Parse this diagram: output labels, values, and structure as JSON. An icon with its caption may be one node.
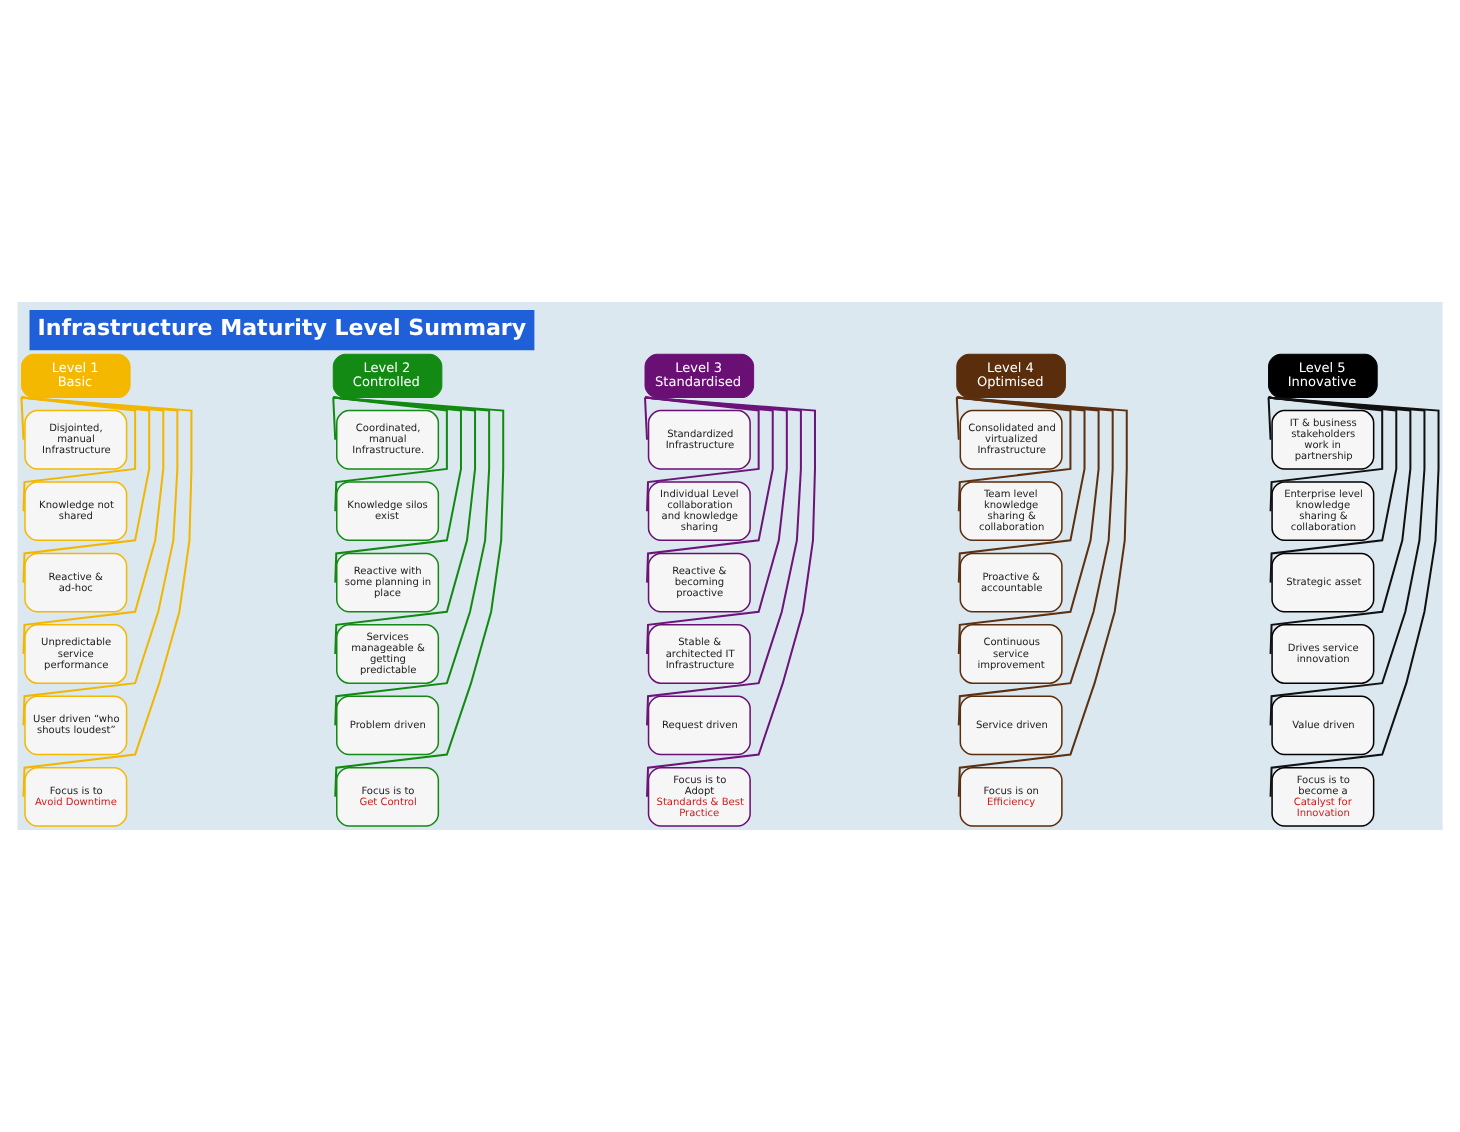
{
  "diagram": {
    "title": "Infrastructure Maturity Level Summary",
    "nodes": [
      {
        "text": [
          "Level 1 Basic"
        ]
      },
      {
        "text": [
          "Disjointed, manual Infrastructure"
        ]
      },
      {
        "text": [
          "Knowledge not shared"
        ]
      },
      {
        "text": [
          "Reactive & ad-hoc"
        ]
      },
      {
        "text": [
          "Unpredictable service performance"
        ]
      },
      {
        "text": [
          "User driven “who shouts loudest”"
        ]
      },
      {
        "text": [
          "Focus is to",
          "Avoid Downtime"
        ]
      },
      {
        "text": [
          "Level 2 Controlled"
        ]
      },
      {
        "text": [
          "Coordinated, manual Infrastructure."
        ]
      },
      {
        "text": [
          "Knowledge silos exist"
        ]
      },
      {
        "text": [
          "Reactive with some planning in place"
        ]
      },
      {
        "text": [
          "Services manageable & getting predictable"
        ]
      },
      {
        "text": [
          "Problem driven"
        ]
      },
      {
        "text": [
          "Focus is to",
          "Get Control"
        ]
      },
      {
        "text": [
          "Level 3 Standardised"
        ]
      },
      {
        "text": [
          "Standardized Infrastructure"
        ]
      },
      {
        "text": [
          "Individual Level collaboration and knowledge sharing"
        ]
      },
      {
        "text": [
          "Reactive & becoming proactive"
        ]
      },
      {
        "text": [
          "Stable & architected IT Infrastructure"
        ]
      },
      {
        "text": [
          "Request driven"
        ]
      },
      {
        "text": [
          "Focus is to Adopt",
          "Standards & Best Practice"
        ]
      },
      {
        "text": [
          "Level 4 Optimised"
        ]
      },
      {
        "text": [
          "Consolidated and virtualized Infrastructure"
        ]
      },
      {
        "text": [
          "Team level knowledge sharing & collaboration"
        ]
      },
      {
        "text": [
          "Proactive & accountable"
        ]
      },
      {
        "text": [
          "Continuous service improvement"
        ]
      },
      {
        "text": [
          "Service driven"
        ]
      },
      {
        "text": [
          "Focus is on",
          "Efficiency"
        ]
      },
      {
        "text": [
          "Level 5 Innovative"
        ]
      },
      {
        "text": [
          "IT & business stakeholders work in partnership"
        ]
      },
      {
        "text": [
          "Enterprise level knowledge sharing & collaboration"
        ]
      },
      {
        "text": [
          "Strategic asset"
        ]
      },
      {
        "text": [
          "Drives service innovation"
        ]
      },
      {
        "text": [
          "Value driven"
        ]
      },
      {
        "text": [
          "Focus is to become a",
          "Catalyst for Innovation"
        ]
      }
    ],
    "edges": [
      {
        "from": 0,
        "to": 1,
        "arrow": "none",
        "color": "#f2b600"
      },
      {
        "from": 0,
        "to": 2,
        "arrow": "none",
        "color": "#f2b600"
      },
      {
        "from": 0,
        "to": 3,
        "arrow": "none",
        "color": "#f2b600"
      },
      {
        "from": 0,
        "to": 4,
        "arrow": "none",
        "color": "#f2b600"
      },
      {
        "from": 0,
        "to": 5,
        "arrow": "none",
        "color": "#f2b600"
      },
      {
        "from": 0,
        "to": 6,
        "arrow": "none",
        "color": "#f2b600"
      },
      {
        "from": 7,
        "to": 8,
        "arrow": "none",
        "color": "#128a12"
      },
      {
        "from": 7,
        "to": 9,
        "arrow": "none",
        "color": "#128a12"
      },
      {
        "from": 7,
        "to": 10,
        "arrow": "none",
        "color": "#128a12"
      },
      {
        "from": 7,
        "to": 11,
        "arrow": "none",
        "color": "#128a12"
      },
      {
        "from": 7,
        "to": 12,
        "arrow": "none",
        "color": "#128a12"
      },
      {
        "from": 7,
        "to": 13,
        "arrow": "none",
        "color": "#128a12"
      },
      {
        "from": 14,
        "to": 15,
        "arrow": "none",
        "color": "#6c1478"
      },
      {
        "from": 14,
        "to": 16,
        "arrow": "none",
        "color": "#6c1478"
      },
      {
        "from": 14,
        "to": 17,
        "arrow": "none",
        "color": "#6c1478"
      },
      {
        "from": 14,
        "to": 18,
        "arrow": "none",
        "color": "#6c1478"
      },
      {
        "from": 14,
        "to": 19,
        "arrow": "none",
        "color": "#6c1478"
      },
      {
        "from": 14,
        "to": 20,
        "arrow": "none",
        "color": "#6c1478"
      },
      {
        "from": 21,
        "to": 22,
        "arrow": "none",
        "color": "#5c3010"
      },
      {
        "from": 21,
        "to": 23,
        "arrow": "none",
        "color": "#5c3010"
      },
      {
        "from": 21,
        "to": 24,
        "arrow": "none",
        "color": "#5c3010"
      },
      {
        "from": 21,
        "to": 25,
        "arrow": "none",
        "color": "#5c3010"
      },
      {
        "from": 21,
        "to": 26,
        "arrow": "none",
        "color": "#5c3010"
      },
      {
        "from": 21,
        "to": 27,
        "arrow": "none",
        "color": "#5c3010"
      },
      {
        "from": 28,
        "to": 29,
        "arrow": "none",
        "color": "#111111"
      },
      {
        "from": 28,
        "to": 30,
        "arrow": "none",
        "color": "#111111"
      },
      {
        "from": 28,
        "to": 31,
        "arrow": "none",
        "color": "#111111"
      },
      {
        "from": 28,
        "to": 32,
        "arrow": "none",
        "color": "#111111"
      },
      {
        "from": 28,
        "to": 33,
        "arrow": "none",
        "color": "#111111"
      },
      {
        "from": 28,
        "to": 34,
        "arrow": "none",
        "color": "#111111"
      }
    ]
  }
}
